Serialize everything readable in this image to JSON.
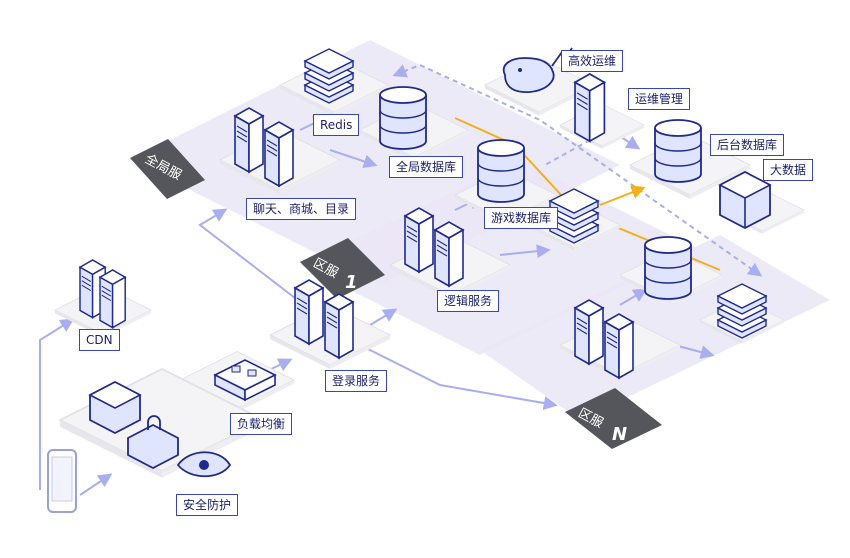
{
  "zones": {
    "global": "全局服",
    "region1_prefix": "区服",
    "region1_num": "1",
    "regionN_prefix": "区服",
    "regionN_num": "N"
  },
  "labels": {
    "ops_efficiency": "高效运维",
    "ops_management": "运维管理",
    "backend_db": "后台数据库",
    "big_data": "大数据",
    "redis": "Redis",
    "global_db": "全局数据库",
    "chat_mall_dir": "聊天、商城、目录",
    "game_db": "游戏数据库",
    "logic_service": "逻辑服务",
    "login_service": "登录服务",
    "load_balance": "负载均衡",
    "security": "安全防护",
    "cdn": "CDN"
  },
  "colors": {
    "line_dark": "#1f2a8c",
    "fill_blue": "#dfe4ff",
    "fill_light": "#ffffff",
    "plate": "#f4f4f6",
    "zone": "#eae6f7",
    "arrow": "#a9aef0",
    "accent_orange": "#f2b01e",
    "zone_tag": "#55565b"
  }
}
